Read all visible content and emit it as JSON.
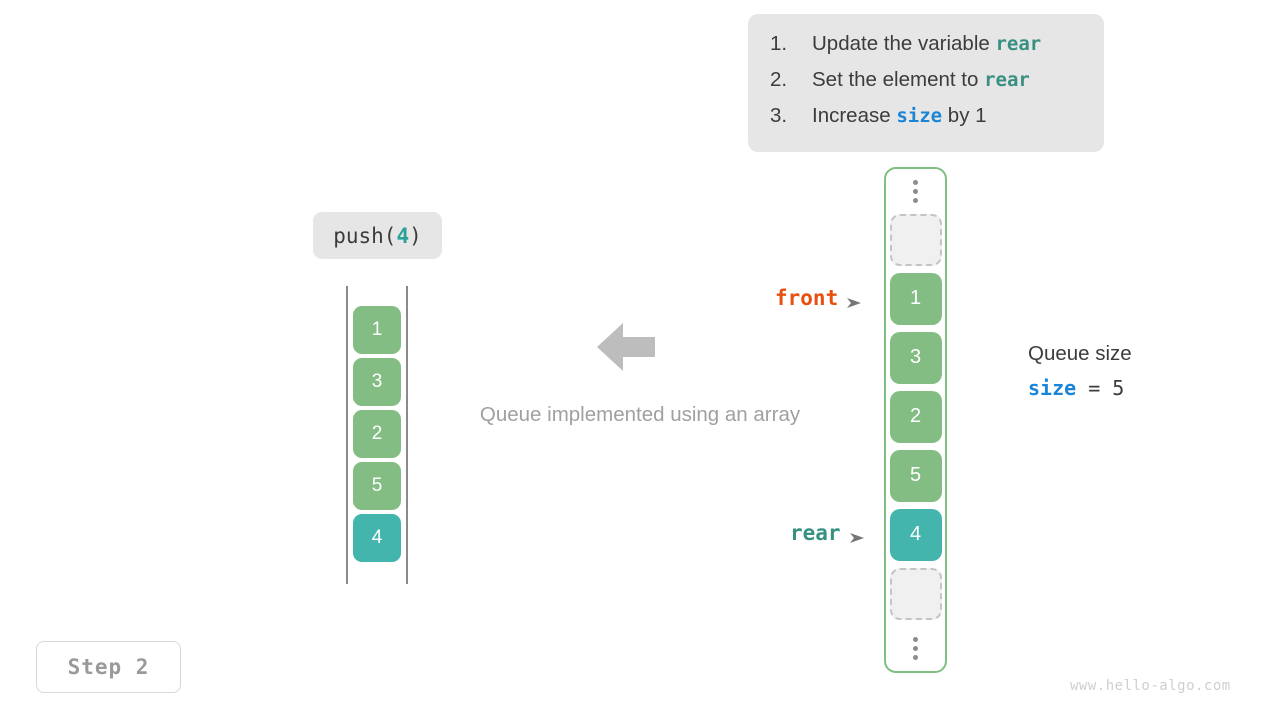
{
  "instructions": {
    "items": [
      {
        "num": "1.",
        "pre": "Update the variable ",
        "code": "rear",
        "code_kind": "rear",
        "post": ""
      },
      {
        "num": "2.",
        "pre": "Set the element to ",
        "code": "rear",
        "code_kind": "rear",
        "post": ""
      },
      {
        "num": "3.",
        "pre": "Increase ",
        "code": "size",
        "code_kind": "size",
        "post": " by 1"
      }
    ]
  },
  "operation": {
    "name": "push(",
    "arg": "4",
    "close": ")"
  },
  "left_array": {
    "cells": [
      {
        "value": "1",
        "color": "green"
      },
      {
        "value": "3",
        "color": "green"
      },
      {
        "value": "2",
        "color": "green"
      },
      {
        "value": "5",
        "color": "green"
      },
      {
        "value": "4",
        "color": "teal"
      }
    ]
  },
  "center": {
    "caption": "Queue implemented using an array"
  },
  "pointers": {
    "front": "front",
    "rear": "rear"
  },
  "right_array": {
    "top_ellipsis": "⋮",
    "bottom_ellipsis": "⋮",
    "cells": [
      {
        "value": "",
        "color": "empty"
      },
      {
        "value": "1",
        "color": "green"
      },
      {
        "value": "3",
        "color": "green"
      },
      {
        "value": "2",
        "color": "green"
      },
      {
        "value": "5",
        "color": "green"
      },
      {
        "value": "4",
        "color": "teal"
      },
      {
        "value": "",
        "color": "empty"
      }
    ]
  },
  "size_panel": {
    "title": "Queue size",
    "var": "size",
    "equals": " = ",
    "value": "5"
  },
  "step": {
    "label": "Step 2"
  },
  "watermark": {
    "text": "www.hello-algo.com"
  },
  "colors": {
    "green": "#84bd84",
    "teal": "#44b5ad",
    "front": "#e8500f",
    "rear": "#379082",
    "size": "#1a85d6",
    "container_border": "#7fbf7f",
    "panel_bg": "#e6e6e6",
    "muted_text": "#a0a0a0"
  }
}
